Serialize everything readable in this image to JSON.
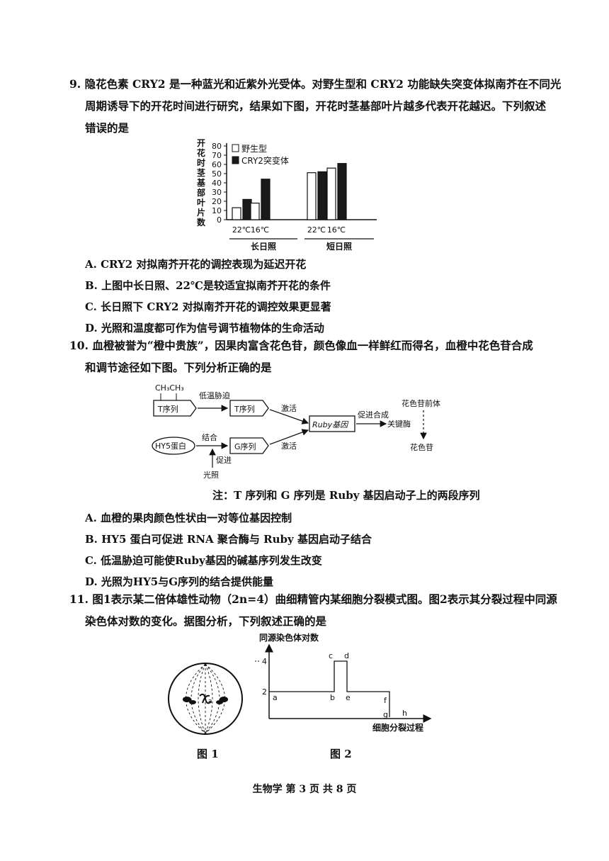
{
  "q9": {
    "line1": "9. 隐花色素 CRY2 是一种蓝光和近紫外光受体。对野生型和 CRY2 功能缺失突变体拟南芥在不同光",
    "line2": "周期诱导下的开花时间进行研究，结果如下图，开花时茎基部叶片越多代表开花越迟。下列叙述",
    "line3": "错误的是",
    "options": [
      "A. CRY2 对拟南芥开花的调控表现为延迟开花",
      "B. 上图中长日照、22℃是较适宜拟南芥开花的条件",
      "C. 长日照下 CRY2 对拟南芥开花的调控效果更显著",
      "D. 光照和温度都可作为信号调节植物体的生命活动"
    ]
  },
  "chart_data": {
    "type": "bar",
    "ylabel": "开花时茎基部叶片数",
    "ylim": [
      0,
      80
    ],
    "yticks": [
      "80",
      "70",
      "60",
      "50",
      "40",
      "30",
      "20",
      "10",
      "0"
    ],
    "categories": [
      "22℃",
      "16℃",
      "22℃",
      "16℃"
    ],
    "groups": [
      "长日照",
      "短日照"
    ],
    "legend_placement": "top-left",
    "series": [
      {
        "name": "野生型",
        "values": [
          13,
          18,
          51,
          56
        ],
        "fill": "#ffffff"
      },
      {
        "name": "CRY2突变体",
        "values": [
          22,
          44,
          52,
          61
        ],
        "fill": "#1a1a1a"
      }
    ]
  },
  "q10": {
    "line1": "10. 血橙被誉为“橙中贵族”，因果肉富含花色苷，颜色像血一样鲜红而得名，血橙中花色苷合成",
    "line2": "和调节途径如下图。下列分析正确的是",
    "note": "注：T 序列和 G 序列是 Ruby 基因启动子上的两段序列",
    "options": [
      "A. 血橙的果肉颜色性状由一对等位基因控制",
      "B. HY5 蛋白可促进 RNA 聚合酶与 Ruby 基因启动子结合",
      "C. 低温胁迫可能使Ruby基因的碱基序列发生改变",
      "D. 光照为HY5与G序列的结合提供能量"
    ],
    "diagram": {
      "methyl": "CH₃CH₃",
      "t_seq": "T序列",
      "low_temp": "低温胁迫",
      "t_seq2": "T序列",
      "activate1": "激活",
      "ruby": "Ruby基因",
      "promote_synth": "促进合成",
      "key_enzyme": "关键酶",
      "precursor": "花色苷前体",
      "anthocyanin": "花色苷",
      "hy5": "HY5蛋白",
      "bind": "结合",
      "g_seq": "G序列",
      "activate2": "激活",
      "promote": "促进",
      "light": "光照"
    }
  },
  "q11": {
    "line1": "11. 图1表示某二倍体雄性动物（2n=4）曲细精管内某细胞分裂模式图。图2表示其分裂过程中同源",
    "line2": "染色体对数的变化。据图分析，下列叙述正确的是",
    "fig2": {
      "ylabel": "同源染色体对数",
      "xlabel": "细胞分裂过程",
      "yticks": [
        "4",
        "2"
      ],
      "points": [
        "a",
        "b",
        "c",
        "d",
        "e",
        "f",
        "g",
        "h"
      ]
    },
    "cap1": "图 1",
    "cap2": "图 2"
  },
  "footer": "生物学  第 3 页  共 8 页"
}
